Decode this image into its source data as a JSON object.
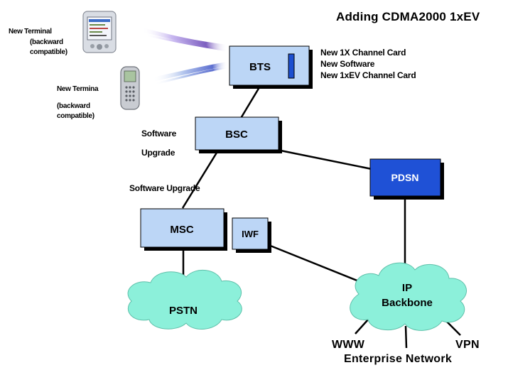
{
  "title": "Adding CDMA2000 1xEV",
  "nodes": {
    "bts": "BTS",
    "bsc": "BSC",
    "msc": "MSC",
    "iwf": "IWF",
    "pdsn": "PDSN",
    "pstn": "PSTN",
    "ip_backbone_line1": "IP",
    "ip_backbone_line2": "Backbone"
  },
  "terminals": {
    "pda_line1": "New Terminal",
    "pda_line2": "(backward",
    "pda_line3": "compatible)",
    "phone_line1": "New Termina",
    "phone_line2": "(backward",
    "phone_line3": "compatible)"
  },
  "bts_notes": [
    "New 1X Channel Card",
    "New Software",
    "New 1xEV Channel Card"
  ],
  "bsc_note_line1": "Software",
  "bsc_note_line2": "Upgrade",
  "msc_note": "Software Upgrade",
  "backbone_links": {
    "www": "WWW",
    "vpn": "VPN",
    "enterprise": "Enterprise Network"
  },
  "colors": {
    "box_light": "#bcd6f6",
    "box_dark": "#1f51d6",
    "cloud": "#8cf0da",
    "bts_indicator": "#1d4fd0",
    "signal_wave": "#8a6fc8"
  }
}
